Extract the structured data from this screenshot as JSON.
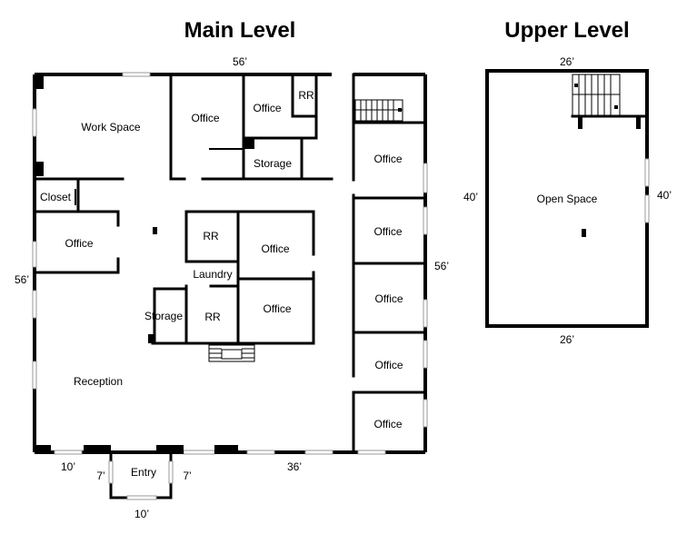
{
  "main_level": {
    "title": "Main Level",
    "dims": {
      "top": "56’",
      "left": "56’",
      "right": "56’",
      "bottom_left": "10’",
      "bottom_right": "36’",
      "entry_left": "7’",
      "entry_right": "7’",
      "entry_bottom": "10’"
    },
    "rooms": {
      "work_space": "Work Space",
      "office_top_1": "Office",
      "office_top_2": "Office",
      "rr_top": "RR",
      "storage_top": "Storage",
      "closet": "Closet",
      "office_west": "Office",
      "rr_mid": "RR",
      "office_mid_1": "Office",
      "laundry": "Laundry",
      "office_mid_2": "Office",
      "storage_mid": "Storage",
      "rr_low": "RR",
      "reception": "Reception",
      "entry": "Entry",
      "east_offices": [
        "Office",
        "Office",
        "Office",
        "Office",
        "Office"
      ]
    }
  },
  "upper_level": {
    "title": "Upper Level",
    "dims": {
      "top": "26’",
      "left": "40’",
      "right": "40’",
      "bottom": "26’"
    },
    "rooms": {
      "open_space": "Open Space"
    }
  }
}
